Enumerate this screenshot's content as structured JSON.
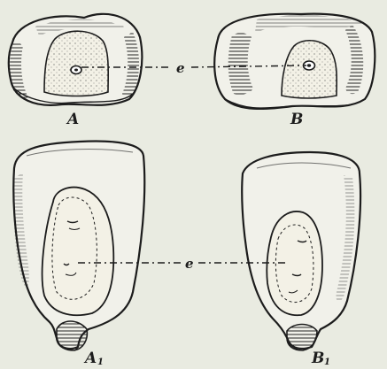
{
  "figure": {
    "panel_labels": {
      "A": "A",
      "B": "B",
      "A1": "A",
      "A1_sub": "1",
      "B1": "B",
      "B1_sub": "1"
    },
    "leader_label_top": "e",
    "leader_label_bottom": "e"
  },
  "colors": {
    "paper": "#e9ebe1",
    "ink": "#1c1c1c",
    "embryo_fill": "#f3f1e6"
  }
}
